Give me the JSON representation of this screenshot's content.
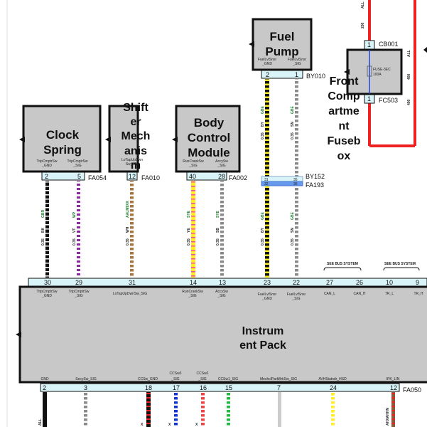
{
  "modules": {
    "fuel_pump": {
      "title_lines": [
        "Fuel",
        "Pump"
      ],
      "pins": [
        "2",
        "1"
      ],
      "pin_names": [
        [
          "FuelLvlSnsr",
          "_GND"
        ],
        [
          "FuelLvlSnsr",
          "_SIG"
        ]
      ],
      "connector": "BY010"
    },
    "fusebox": {
      "title_lines": [
        "Front",
        "Comp",
        "artme",
        "nt",
        "Fuseb",
        "ox"
      ],
      "fuse_text": [
        "FUSE-3EC",
        "100A"
      ],
      "connector_top": "CB001",
      "connector_bottom": "FC503",
      "pin_top": "1",
      "pin_bottom": "1"
    },
    "clock_spring": {
      "title_lines": [
        "Clock",
        "Spring"
      ],
      "pins": [
        "2",
        "5"
      ],
      "pin_names": [
        [
          "TripCmptrSw",
          "_GND"
        ],
        [
          "TripCmptrSw",
          "_SIG"
        ]
      ],
      "connector": "FA054"
    },
    "shifter": {
      "title_lines": [
        "Shift",
        "er",
        "Mech",
        "anis",
        "m"
      ],
      "pins": [
        "12"
      ],
      "pin_names": [
        [
          "LoTapUpDwn",
          "Sw_SIG"
        ]
      ],
      "connector": "FA010"
    },
    "bcm": {
      "title_lines": [
        "Body",
        "Control",
        "Module"
      ],
      "pins": [
        "40",
        "28"
      ],
      "pin_names": [
        [
          "RunCrankSw",
          "_SIG"
        ],
        [
          "AccySw",
          "_SIG"
        ]
      ],
      "connector": "FA002"
    },
    "ipc": {
      "title_lines": [
        "Instrum",
        "ent Pack"
      ],
      "top_pins": [
        "30",
        "29",
        "31",
        "14",
        "13",
        "23",
        "22",
        "27",
        "26",
        "10",
        "9"
      ],
      "top_names": [
        [
          "TripCmptrSw",
          "_GND"
        ],
        [
          "TripCmptrSw",
          "_SIG"
        ],
        [
          "LoTapUpDwnSw_SIG"
        ],
        [
          "RunCrankSw",
          "_SIG"
        ],
        [
          "AccySw",
          "_SIG"
        ],
        [
          "FuelLvlSnsr",
          "_GND"
        ],
        [
          "FuelLvlSnsr",
          "_SIG"
        ],
        [
          "CAN_L"
        ],
        [
          "CAN_H"
        ],
        [
          "TR_L"
        ],
        [
          "TR_H"
        ]
      ],
      "bottom_pins": [
        "2",
        "3",
        "18",
        "17",
        "16",
        "15",
        "7",
        "24",
        "12"
      ],
      "bottom_names": [
        [
          "GND"
        ],
        [
          "SecySw_SIG"
        ],
        [
          "CCSw_GND"
        ],
        [
          "CCSw3",
          "_SIG"
        ],
        [
          "CCSw2",
          "_SIG"
        ],
        [
          "CCSw1_SIG"
        ],
        [
          "MechclParkBrkSw_SIG"
        ],
        [
          "AVHStatndr_HSD"
        ],
        [
          "IPK_LIN"
        ]
      ],
      "bottom_connector": "FA050"
    }
  },
  "inline_connectors": [
    "BY152",
    "FA193"
  ],
  "inline_pins": [
    "31",
    "35",
    "32",
    "36"
  ],
  "bus_notes": [
    "SEE BUS SYSTEM",
    "SEE BUS SYSTEM"
  ],
  "wires": [
    {
      "size": "0.35",
      "color_code": "BK",
      "circuit": "GBR",
      "rgb": [
        "#111111",
        "#ffffff"
      ]
    },
    {
      "size": "0.35",
      "color_code": "VT",
      "circuit": "WP",
      "rgb": [
        "#8a2a9e",
        "#ffffff"
      ]
    },
    {
      "size": "0.35",
      "color_code": "WH",
      "circuit": "AALM9XX",
      "rgb": [
        "#b07040",
        "#ffffff"
      ]
    },
    {
      "size": "0.35",
      "color_code": "YE",
      "circuit": "SYE",
      "rgb": [
        "#ffee22",
        "#ff44aa"
      ]
    },
    {
      "size": "0.35",
      "color_code": "SB",
      "circuit": "SYE",
      "rgb": [
        "#8a8a8a",
        "#ffffff"
      ]
    },
    {
      "size": "0.35",
      "color_code": "BY",
      "circuit": "GBE",
      "rgb": [
        "#111111",
        "#ffee22"
      ]
    },
    {
      "size": "0.35",
      "color_code": "SN",
      "circuit": "GBE",
      "rgb": [
        "#8a8a8a",
        "#ffffff"
      ]
    }
  ],
  "fusebox_wire_labels": [
    "ALL",
    "400",
    "200",
    "400",
    "ALL"
  ],
  "bottom_wire_labels": [
    "ALL",
    "X",
    "X",
    "X",
    "AHXAHHN"
  ],
  "colors": {
    "module_fill": "#c8c8c8",
    "connector_fill": "#d8f4f8",
    "fusebox_wire": "#ee2222",
    "fuse_line": "#2244dd"
  }
}
